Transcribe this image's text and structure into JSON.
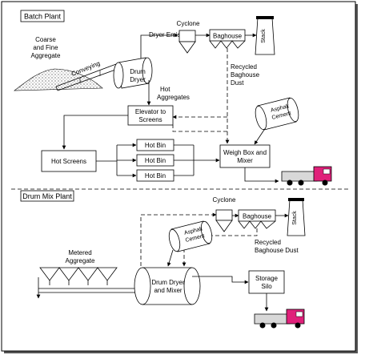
{
  "batch_plant": {
    "title": "Batch Plant",
    "coarse_line1": "Coarse",
    "coarse_line2": "and Fine",
    "coarse_line3": "Aggregate",
    "conveying": "Conveying",
    "drum_line1": "Drum",
    "drum_line2": "Dryer",
    "dryer_emissions": "Dryer Emissions",
    "cyclone": "Cyclone",
    "baghouse": "Baghouse",
    "stack": "Stack",
    "recycled_line1": "Recycled",
    "recycled_line2": "Baghouse",
    "recycled_line3": "Dust",
    "hot_agg_line1": "Hot",
    "hot_agg_line2": "Aggregates",
    "elevator_line1": "Elevator to",
    "elevator_line2": "Screens",
    "asphalt_line1": "Asphalt",
    "asphalt_line2": "Cement",
    "hot_screens": "Hot Screens",
    "hot_bin": "Hot Bin",
    "weigh_line1": "Weigh Box and",
    "weigh_line2": "Mixer"
  },
  "drum_mix_plant": {
    "title": "Drum Mix Plant",
    "cyclone": "Cyclone",
    "baghouse": "Baghouse",
    "stack": "Stack",
    "asphalt_line1": "Asphalt",
    "asphalt_line2": "Cement",
    "recycled_line1": "Recycled",
    "recycled_line2": "Baghouse Dust",
    "metered_line1": "Metered",
    "metered_line2": "Aggregate",
    "drum_line1": "Drum Dryer",
    "drum_line2": "and Mixer",
    "storage_line1": "Storage",
    "storage_line2": "Silo"
  }
}
